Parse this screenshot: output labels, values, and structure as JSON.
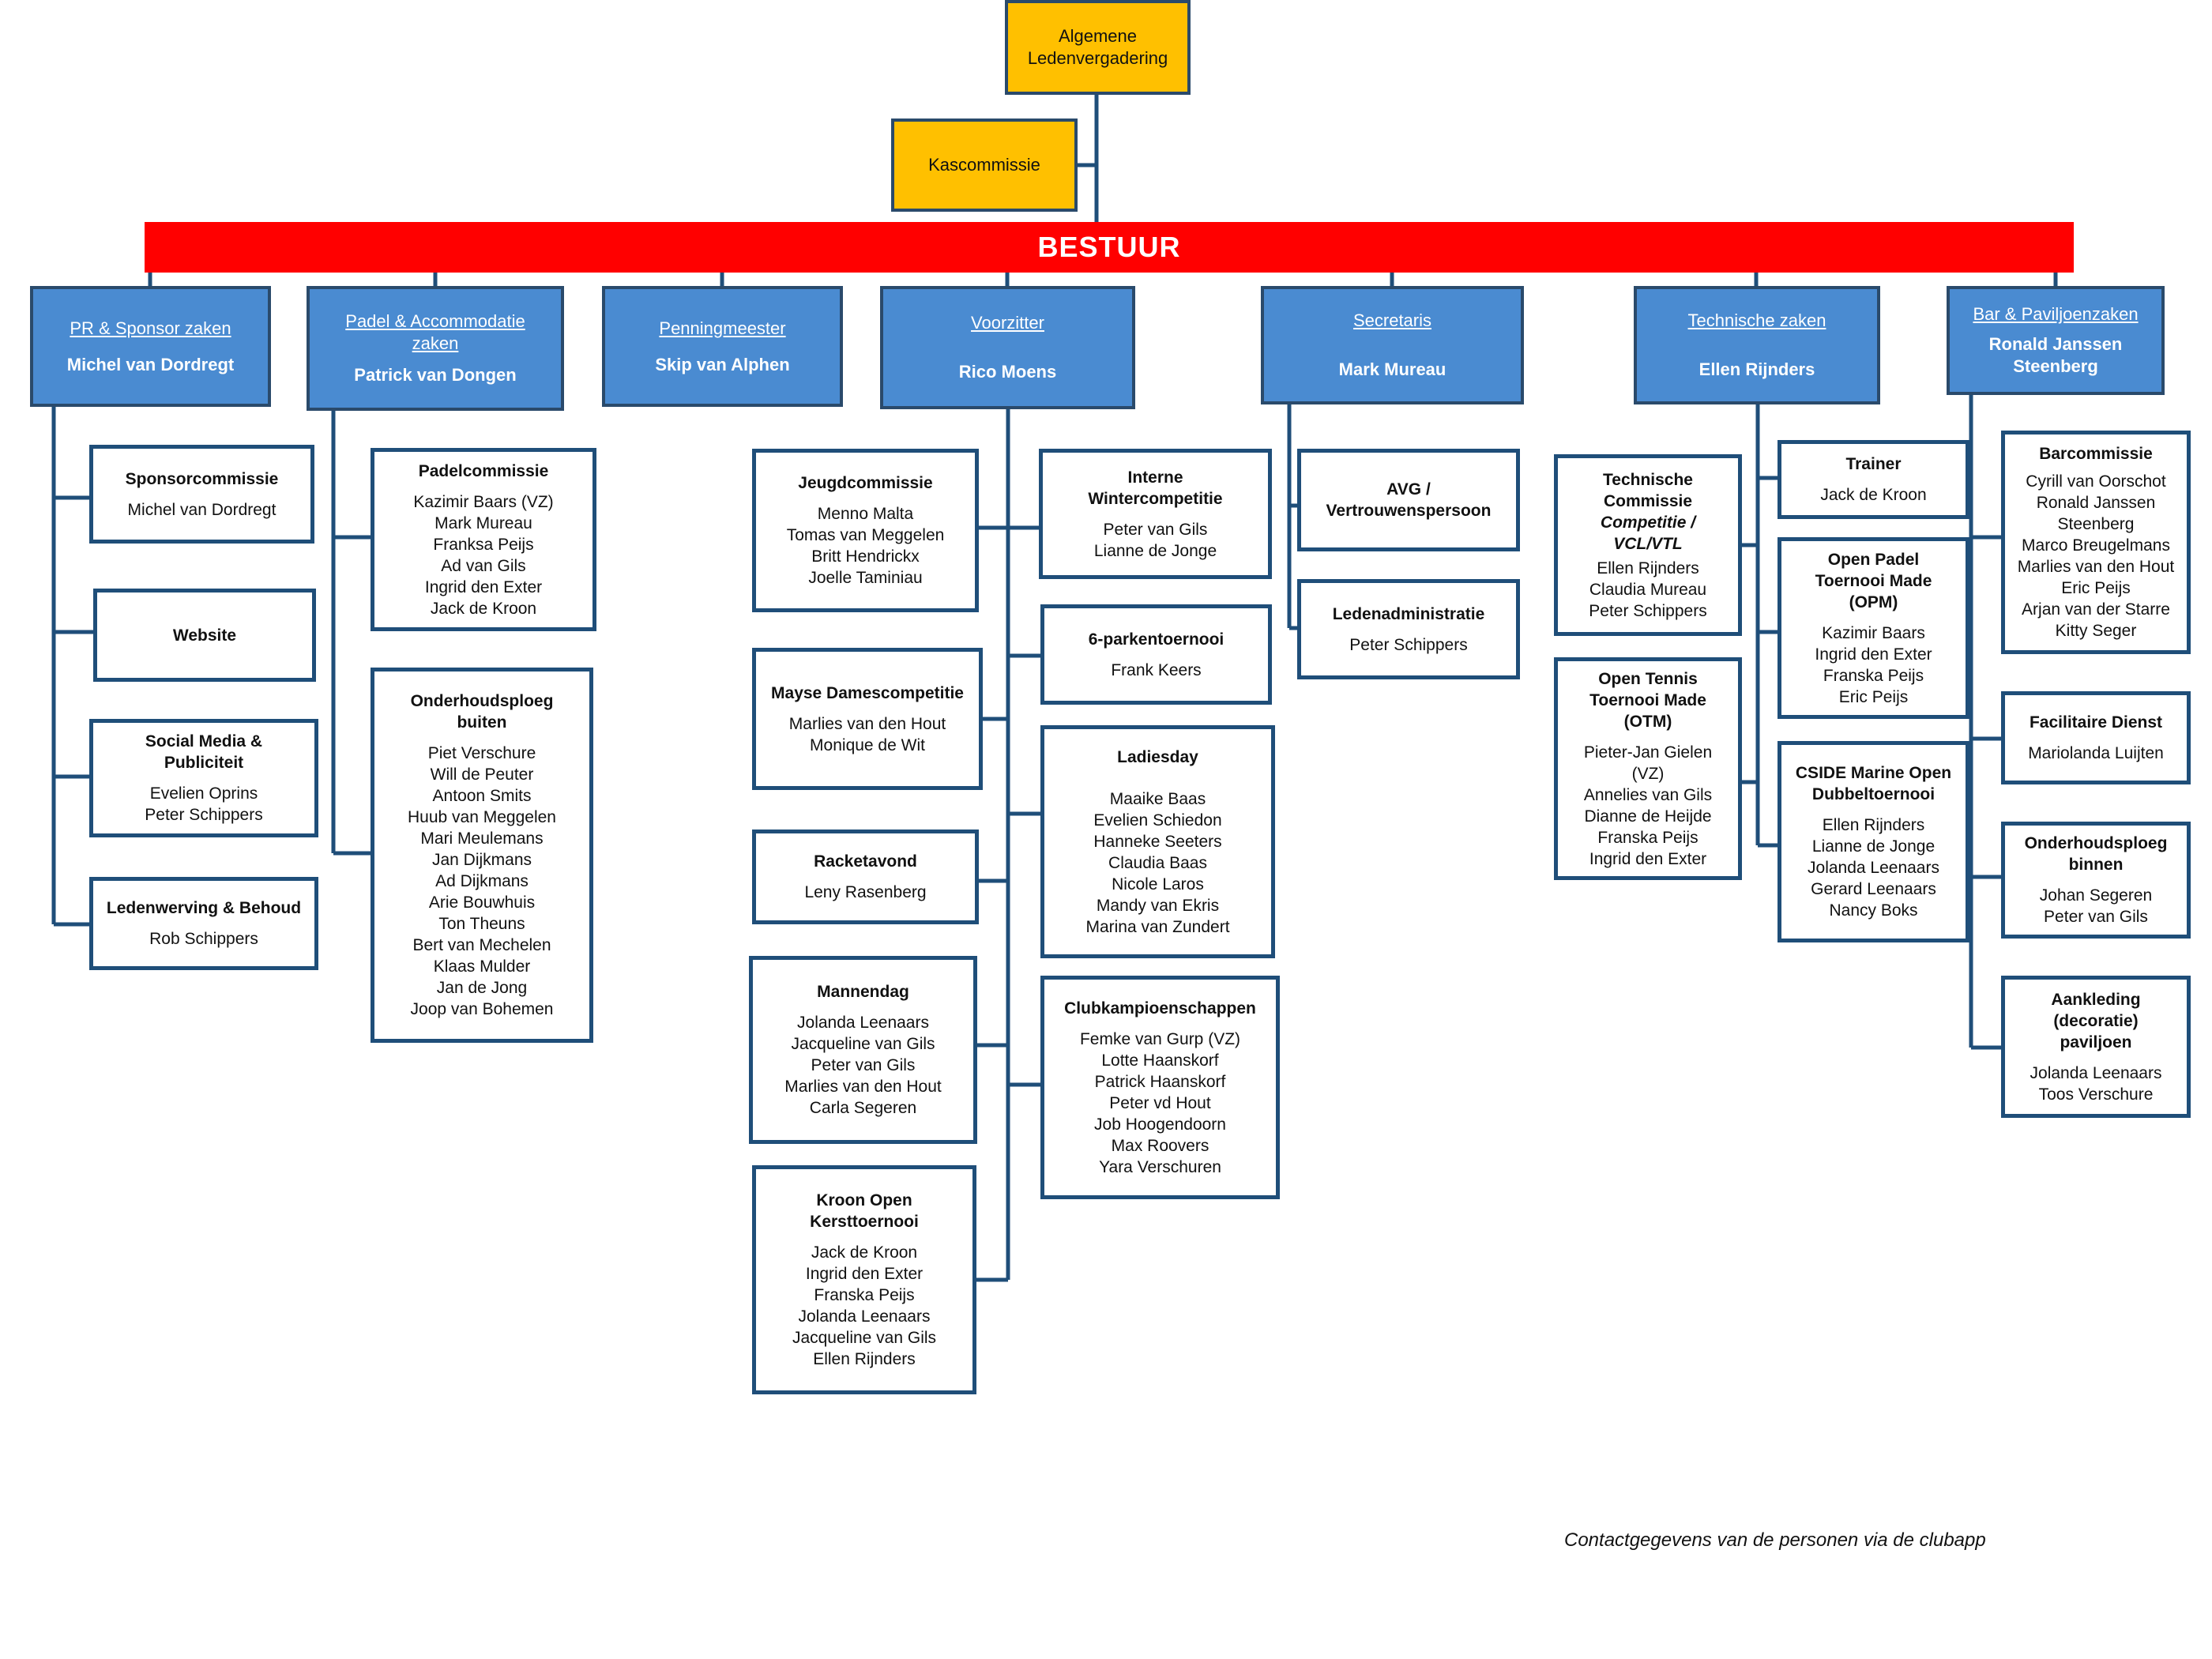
{
  "top": {
    "algemene": "Algemene\nLedenvergadering",
    "kas": "Kascommissie"
  },
  "bestuur": "BESTUUR",
  "pr": {
    "title": "PR & Sponsor zaken",
    "person": "Michel van Dordregt",
    "sponsor": {
      "title": "Sponsorcommissie",
      "members": [
        "Michel van Dordregt"
      ]
    },
    "website": {
      "title": "Website"
    },
    "social": {
      "title": "Social Media &\nPubliciteit",
      "members": [
        "Evelien Oprins",
        "Peter Schippers"
      ]
    },
    "leden": {
      "title": "Ledenwerving & Behoud",
      "members": [
        "Rob Schippers"
      ]
    }
  },
  "padel": {
    "title": "Padel & Accommodatie zaken",
    "person": "Patrick van Dongen",
    "padelc": {
      "title": "Padelcommissie",
      "members": [
        "Kazimir Baars (VZ)",
        "Mark Mureau",
        "Franksa Peijs",
        "Ad van Gils",
        "Ingrid den Exter",
        "Jack de Kroon"
      ]
    },
    "onderhoud": {
      "title": "Onderhoudsploeg\nbuiten",
      "members": [
        "Piet Verschure",
        "Will de Peuter",
        "Antoon Smits",
        "Huub van Meggelen",
        "Mari Meulemans",
        "Jan Dijkmans",
        "Ad Dijkmans",
        "Arie Bouwhuis",
        "Ton Theuns",
        "Bert van Mechelen",
        "Klaas Mulder",
        "Jan de Jong",
        "Joop van Bohemen"
      ]
    }
  },
  "penning": {
    "title": "Penningmeester",
    "person": "Skip van Alphen"
  },
  "voorzitter": {
    "title": "Voorzitter",
    "person": "Rico Moens",
    "jeugd": {
      "title": "Jeugdcommissie",
      "members": [
        "Menno Malta",
        "Tomas van Meggelen",
        "Britt Hendrickx",
        "Joelle Taminiau"
      ]
    },
    "mayse": {
      "title": "Mayse Damescompetitie",
      "members": [
        "Marlies van den Hout",
        "Monique de Wit"
      ]
    },
    "racket": {
      "title": "Racketavond",
      "members": [
        "Leny Rasenberg"
      ]
    },
    "mannen": {
      "title": "Mannendag",
      "members": [
        "Jolanda Leenaars",
        "Jacqueline van Gils",
        "Peter van Gils",
        "Marlies van den Hout",
        "Carla Segeren"
      ]
    },
    "kroon": {
      "title": "Kroon Open\nKersttoernooi",
      "members": [
        "Jack de Kroon",
        "Ingrid den Exter",
        "Franska Peijs",
        "Jolanda Leenaars",
        "Jacqueline van Gils",
        "Ellen Rijnders"
      ]
    },
    "interne": {
      "title": "Interne\nWintercompetitie",
      "members": [
        "Peter van Gils",
        "Lianne de Jonge"
      ]
    },
    "zes": {
      "title": "6-parkentoernooi",
      "members": [
        "Frank Keers"
      ]
    },
    "ladies": {
      "title": "Ladiesday",
      "members": [
        "Maaike Baas",
        "Evelien Schiedon",
        "Hanneke Seeters",
        "Claudia Baas",
        "Nicole Laros",
        "Mandy van Ekris",
        "Marina van Zundert"
      ]
    },
    "club": {
      "title": "Clubkampioenschappen",
      "members": [
        "Femke van Gurp (VZ)",
        "Lotte Haanskorf",
        "Patrick Haanskorf",
        "Peter vd Hout",
        "Job Hoogendoorn",
        "Max Roovers",
        "Yara Verschuren"
      ]
    }
  },
  "secretaris": {
    "title": "Secretaris",
    "person": "Mark Mureau",
    "avg": {
      "title": "AVG /\nVertrouwenspersoon"
    },
    "ledenadmin": {
      "title": "Ledenadministratie",
      "members": [
        "Peter Schippers"
      ]
    }
  },
  "technisch": {
    "title": "Technische zaken",
    "person": "Ellen Rijnders",
    "tc": {
      "title": "Technische\nCommissie",
      "subtitle": "Competitie /\nVCL/VTL",
      "members": [
        "Ellen Rijnders",
        "Claudia Mureau",
        "Peter Schippers"
      ]
    },
    "otm": {
      "title": "Open Tennis\nToernooi Made\n(OTM)",
      "note": "Pieter-Jan Gielen\n(VZ)",
      "members": [
        "Annelies van Gils",
        "Dianne de Heijde",
        "Franska Peijs",
        "Ingrid den Exter"
      ]
    },
    "trainer": {
      "title": "Trainer",
      "members": [
        "Jack de Kroon"
      ]
    },
    "opm": {
      "title": "Open Padel\nToernooi Made\n(OPM)",
      "members": [
        "Kazimir Baars",
        "Ingrid den Exter",
        "Franska Peijs",
        "Eric Peijs"
      ]
    },
    "cside": {
      "title": "CSIDE Marine Open\nDubbeltoernooi",
      "members": [
        "Ellen Rijnders",
        "Lianne de Jonge",
        "Jolanda Leenaars",
        "Gerard Leenaars",
        "Nancy Boks"
      ]
    }
  },
  "bar": {
    "title": "Bar & Paviljoenzaken",
    "person": "Ronald Janssen\nSteenberg",
    "barc": {
      "title": "Barcommissie",
      "members": [
        "Cyrill van Oorschot",
        "Ronald Janssen",
        "Steenberg",
        "Marco Breugelmans",
        "Marlies van den Hout",
        "Eric Peijs",
        "Arjan van der Starre",
        "Kitty Seger"
      ]
    },
    "fac": {
      "title": "Facilitaire Dienst",
      "members": [
        "Mariolanda Luijten"
      ]
    },
    "ohb": {
      "title": "Onderhoudsploeg\nbinnen",
      "members": [
        "Johan Segeren",
        "Peter van Gils"
      ]
    },
    "aank": {
      "title": "Aankleding\n(decoratie)\npaviljoen",
      "members": [
        "Jolanda Leenaars",
        "Toos Verschure"
      ]
    }
  },
  "footer": "Contactgegevens van de personen via de clubapp",
  "colors": {
    "line": "#1F4E79",
    "yellow": "#FFC000",
    "red": "#FF0000",
    "blue": "#4A8BD1"
  }
}
